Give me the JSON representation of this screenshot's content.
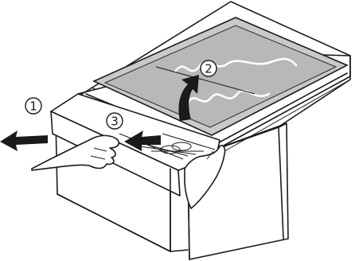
{
  "steps": [
    {
      "label": "1"
    },
    {
      "label": "2"
    },
    {
      "label": "3"
    }
  ],
  "colors": {
    "glass": "#c9c9c9",
    "outline": "#1a1a1a",
    "arrow": "#1a1a1a",
    "background": "#ffffff"
  },
  "icons": [
    "pull-arrow-icon",
    "lift-arrow-icon",
    "slide-arrow-icon"
  ]
}
